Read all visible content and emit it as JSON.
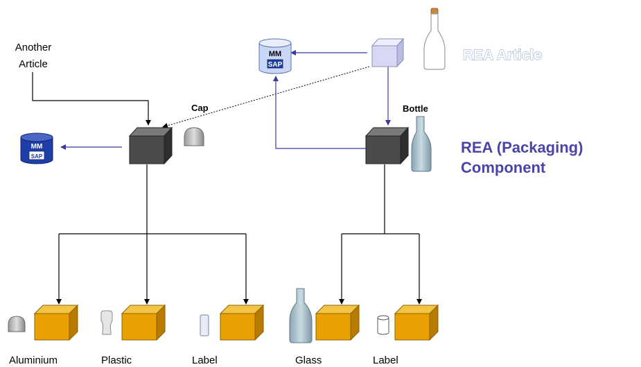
{
  "titles": {
    "article": "REA Article",
    "component_line1": "REA (Packaging)",
    "component_line2": "Component"
  },
  "labels": {
    "another_article_line1": "Another",
    "another_article_line2": "Article",
    "cap": "Cap",
    "bottle": "Bottle"
  },
  "database_icons": {
    "text": "MM",
    "logo": "SAP"
  },
  "materials": [
    {
      "label": "Aluminium"
    },
    {
      "label": "Plastic"
    },
    {
      "label": "Label"
    },
    {
      "label": "Glass"
    },
    {
      "label": "Label"
    }
  ],
  "colors": {
    "connector_blue": "#3a3a9e",
    "dark_cube": "#4b4b4b",
    "orange_cube": "#e8a100",
    "article_cube": "#d8d8f5",
    "db_blue": "#1f3ea8",
    "title_blue": "#4a44a8"
  }
}
